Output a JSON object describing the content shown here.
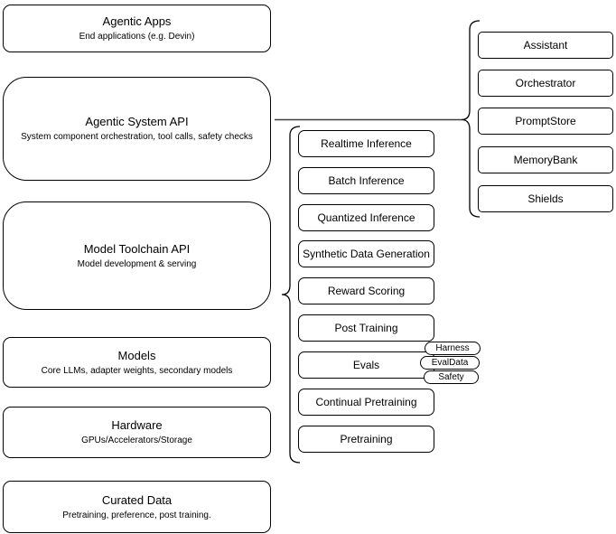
{
  "diagram": {
    "left_stack": [
      {
        "title": "Agentic Apps",
        "subtitle": "End applications (e.g. Devin)"
      },
      {
        "title": "Agentic System API",
        "subtitle": "System component orchestration, tool calls, safety checks"
      },
      {
        "title": "Model Toolchain API",
        "subtitle": "Model development & serving"
      },
      {
        "title": "Models",
        "subtitle": "Core LLMs, adapter weights, secondary models"
      },
      {
        "title": "Hardware",
        "subtitle": "GPUs/Accelerators/Storage"
      },
      {
        "title": "Curated Data",
        "subtitle": "Pretraining, preference, post training."
      }
    ],
    "toolchain_nodes": [
      "Realtime Inference",
      "Batch Inference",
      "Quantized Inference",
      "Synthetic Data Generation",
      "Reward Scoring",
      "Post Training",
      "Evals",
      "Continual Pretraining",
      "Pretraining"
    ],
    "eval_tags": [
      "Harness",
      "EvalData",
      "Safety"
    ],
    "system_nodes": [
      "Assistant",
      "Orchestrator",
      "PromptStore",
      "MemoryBank",
      "Shields"
    ],
    "colors": {
      "stroke": "#000000",
      "fill": "#ffffff",
      "connector": "#3d3d3d",
      "background": "#ffffff"
    }
  }
}
